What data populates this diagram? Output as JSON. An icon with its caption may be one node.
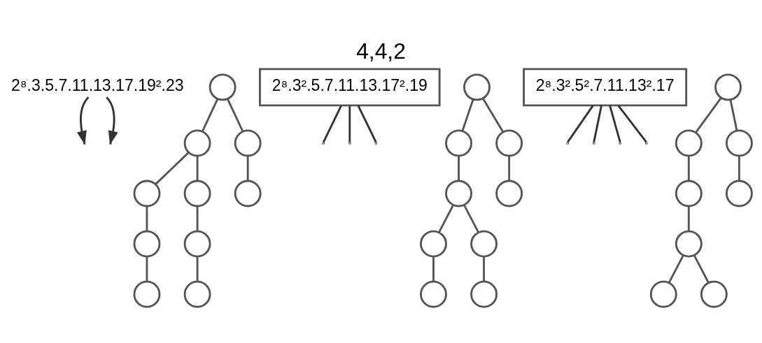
{
  "diagram": {
    "title": "4,4,2",
    "nodes": [
      {
        "text": [
          "2⁸.3.5.7.11.13.17.19².23"
        ]
      },
      {
        "text": [],
        "shape": "circle"
      },
      {
        "text": [],
        "shape": "circle"
      },
      {
        "text": [],
        "shape": "circle"
      },
      {
        "text": [],
        "shape": "circle"
      },
      {
        "text": [],
        "shape": "circle"
      },
      {
        "text": [],
        "shape": "circle"
      },
      {
        "text": [],
        "shape": "circle"
      },
      {
        "text": [],
        "shape": "circle"
      },
      {
        "text": [],
        "shape": "circle"
      },
      {
        "text": [],
        "shape": "circle"
      },
      {
        "text": [
          "2⁸.3².5.7.11.13.17².19"
        ]
      },
      {
        "text": [],
        "shape": "circle"
      },
      {
        "text": [],
        "shape": "circle"
      },
      {
        "text": [],
        "shape": "circle"
      },
      {
        "text": [],
        "shape": "circle"
      },
      {
        "text": [],
        "shape": "circle"
      },
      {
        "text": [],
        "shape": "circle"
      },
      {
        "text": [],
        "shape": "circle"
      },
      {
        "text": [],
        "shape": "circle"
      },
      {
        "text": [],
        "shape": "circle"
      },
      {
        "text": [
          "2⁸.3².5².7.11.13².17"
        ]
      },
      {
        "text": [],
        "shape": "circle"
      },
      {
        "text": [],
        "shape": "circle"
      },
      {
        "text": [],
        "shape": "circle"
      },
      {
        "text": [],
        "shape": "circle"
      },
      {
        "text": [],
        "shape": "circle"
      },
      {
        "text": [],
        "shape": "circle"
      },
      {
        "text": [],
        "shape": "circle"
      },
      {
        "text": [],
        "shape": "circle"
      }
    ],
    "edges": [
      {
        "from": 1,
        "to": 2,
        "arrow": "none"
      },
      {
        "from": 1,
        "to": 3,
        "arrow": "none"
      },
      {
        "from": 2,
        "to": 4,
        "arrow": "none"
      },
      {
        "from": 2,
        "to": 5,
        "arrow": "none"
      },
      {
        "from": 3,
        "to": 6,
        "arrow": "none"
      },
      {
        "from": 4,
        "to": 7,
        "arrow": "none"
      },
      {
        "from": 5,
        "to": 8,
        "arrow": "none"
      },
      {
        "from": 7,
        "to": 9,
        "arrow": "none"
      },
      {
        "from": 8,
        "to": 10,
        "arrow": "none"
      },
      {
        "from": 12,
        "to": 13,
        "arrow": "none"
      },
      {
        "from": 12,
        "to": 14,
        "arrow": "none"
      },
      {
        "from": 13,
        "to": 15,
        "arrow": "none"
      },
      {
        "from": 14,
        "to": 16,
        "arrow": "none"
      },
      {
        "from": 15,
        "to": 17,
        "arrow": "none"
      },
      {
        "from": 15,
        "to": 18,
        "arrow": "none"
      },
      {
        "from": 17,
        "to": 19,
        "arrow": "none"
      },
      {
        "from": 18,
        "to": 20,
        "arrow": "none"
      },
      {
        "from": 22,
        "to": 23,
        "arrow": "none"
      },
      {
        "from": 22,
        "to": 24,
        "arrow": "none"
      },
      {
        "from": 23,
        "to": 25,
        "arrow": "none"
      },
      {
        "from": 24,
        "to": 26,
        "arrow": "none"
      },
      {
        "from": 25,
        "to": 27,
        "arrow": "none"
      },
      {
        "from": 27,
        "to": 28,
        "arrow": "none"
      },
      {
        "from": 27,
        "to": 29,
        "arrow": "none"
      },
      {
        "from": 0,
        "to": null,
        "arrow": "to"
      },
      {
        "from": 0,
        "to": null,
        "arrow": "to"
      },
      {
        "from": 11,
        "to": null,
        "arrow": "none"
      },
      {
        "from": 11,
        "to": null,
        "arrow": "none"
      },
      {
        "from": 11,
        "to": null,
        "arrow": "none"
      },
      {
        "from": 21,
        "to": null,
        "arrow": "none"
      },
      {
        "from": 21,
        "to": null,
        "arrow": "none"
      },
      {
        "from": 21,
        "to": null,
        "arrow": "none"
      },
      {
        "from": 21,
        "to": null,
        "arrow": "none"
      }
    ]
  }
}
